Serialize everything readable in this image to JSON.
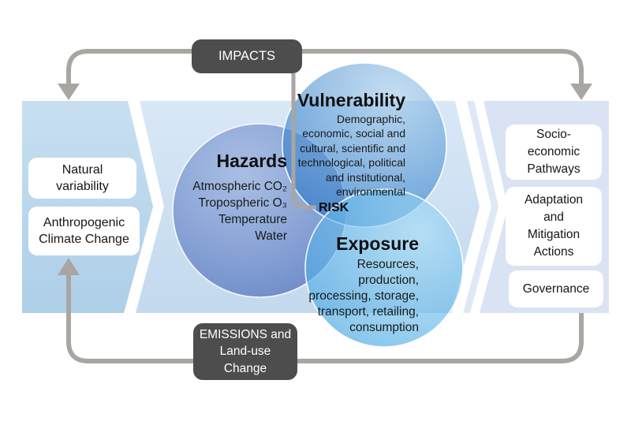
{
  "figure": {
    "impacts_label": "IMPACTS",
    "emissions_box": {
      "line1": "EMISSIONS and",
      "line2": "Land-use",
      "line3": "Change"
    }
  },
  "left_band": {
    "natural_box": {
      "line1": "Natural",
      "line2": "variability"
    },
    "anthro_box": {
      "line1": "Anthropogenic",
      "line2": "Climate Change"
    }
  },
  "right_band": {
    "socio_box": {
      "line1": "Socio-",
      "line2": "economic",
      "line3": "Pathways"
    },
    "adaptation_box": {
      "line1": "Adaptation",
      "line2": "and",
      "line3": "Mitigation",
      "line4": "Actions"
    },
    "governance_box": {
      "line1": "Governance"
    }
  },
  "venn": {
    "risk_label": "RISK",
    "hazards": {
      "title": "Hazards",
      "items": [
        "Atmospheric CO₂",
        "Tropospheric O₃",
        "Temperature",
        "Water"
      ]
    },
    "vulnerability": {
      "title": "Vulnerability",
      "items": [
        "Demographic,",
        "economic, social and",
        "cultural, scientific and",
        "technological, political",
        "and institutional,",
        "environmental"
      ]
    },
    "exposure": {
      "title": "Exposure",
      "items": [
        "Resources, production,",
        "processing, storage,",
        "transport, retailing,",
        "consumption"
      ]
    }
  },
  "colors": {
    "arrow_gray": "#a9a6a2",
    "dark_box": "#4d4d4d",
    "band_left_top": "#c8dff1",
    "band_left_bottom": "#adcfe8",
    "band_middle_top": "#d9e8f7",
    "band_middle_bottom": "#c3d9ee",
    "band_right": "#dae3f4",
    "hazards_blue": "#466cb9",
    "vulnerability_blue": "#3280cd",
    "exposure_blue": "#55b4e8"
  }
}
